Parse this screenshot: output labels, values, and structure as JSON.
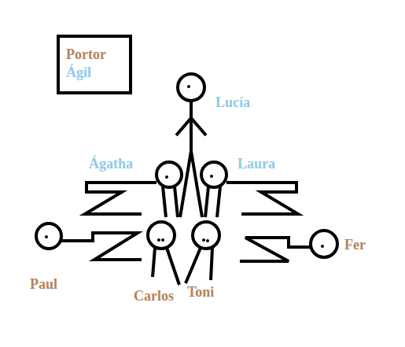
{
  "diagram": {
    "labels": [
      "Lucía",
      "Ágatha",
      "Laura",
      "Paul",
      "Carlos",
      "Toni",
      "Fer"
    ],
    "legend": [
      {
        "text": "Portor",
        "color": "#b5835a"
      },
      {
        "text": "Ágil",
        "color": "#8ecae6"
      }
    ]
  }
}
